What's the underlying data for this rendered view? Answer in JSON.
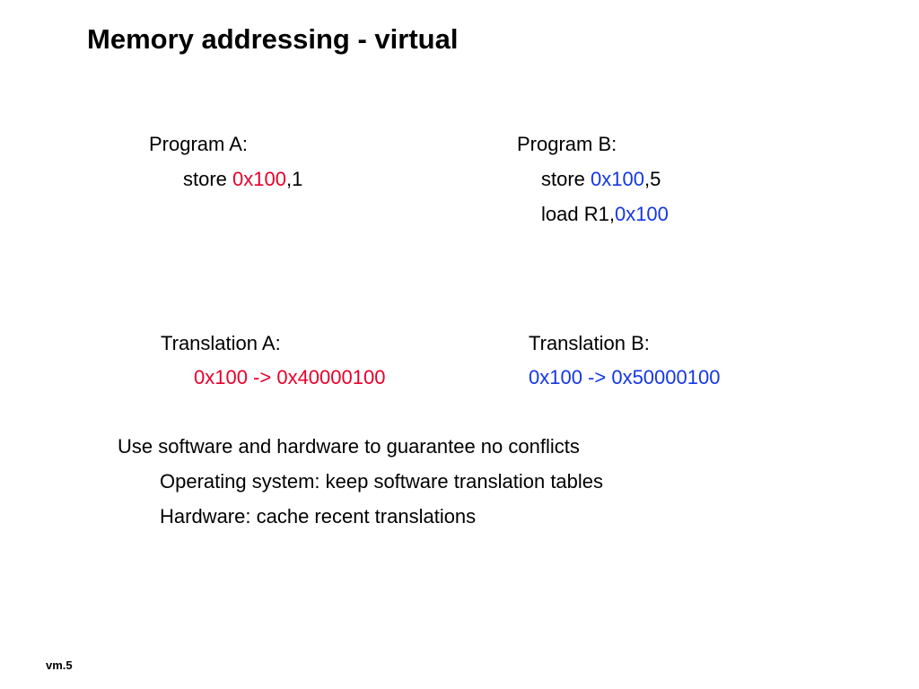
{
  "slide": {
    "title": "Memory addressing - virtual",
    "footer": "vm.5"
  },
  "colors": {
    "program_a_accent": "#e8002a",
    "program_b_accent": "#1437e6"
  },
  "program_a": {
    "label": "Program A:",
    "line1_prefix": "store ",
    "line1_address": "0x100",
    "line1_suffix": ",1"
  },
  "program_b": {
    "label": "Program B:",
    "line1_prefix": "store ",
    "line1_address": "0x100",
    "line1_suffix": ",5",
    "line2_prefix": "load R1,",
    "line2_address": "0x100"
  },
  "translation_a": {
    "label": "Translation A:",
    "mapping": "0x100 -> 0x40000100"
  },
  "translation_b": {
    "label": "Translation B:",
    "mapping": "0x100 -> 0x50000100"
  },
  "notes": {
    "main": "Use software and hardware to guarantee no conflicts",
    "sub1": "Operating system: keep software translation tables",
    "sub2": "Hardware: cache recent translations"
  }
}
